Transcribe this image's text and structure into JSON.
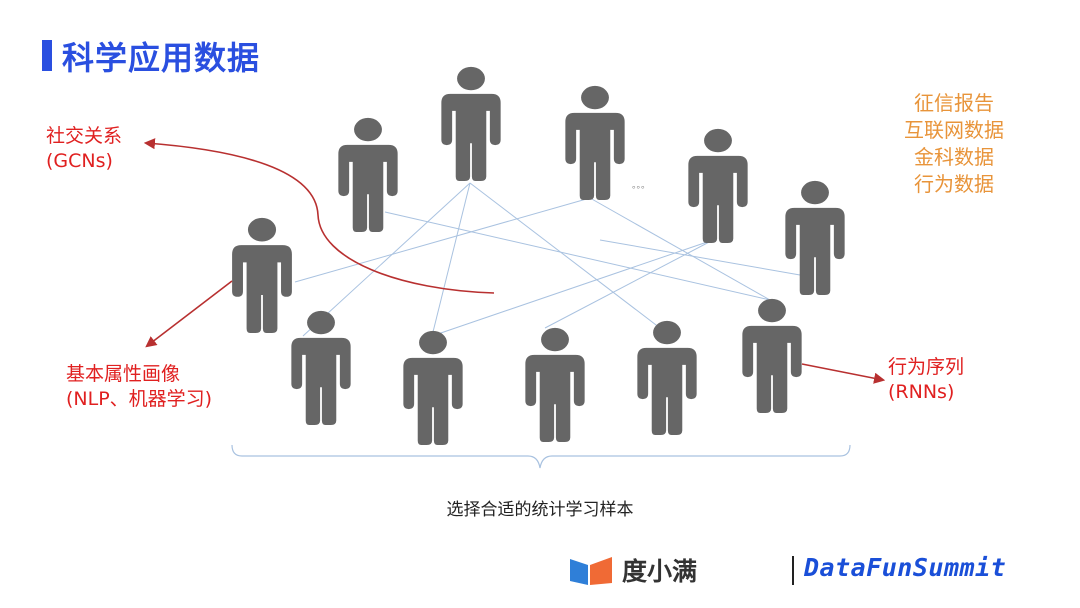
{
  "title": "科学应用数据",
  "labels": {
    "social": {
      "line1": "社交关系",
      "line2": "(GCNs)"
    },
    "profile": {
      "line1": "基本属性画像",
      "line2": "(NLP、机器学习)"
    },
    "sequence": {
      "line1": "行为序列",
      "line2": "(RNNs)"
    },
    "data_sources": [
      "征信报告",
      "互联网数据",
      "金科数据",
      "行为数据"
    ],
    "ellipsis": "。。。",
    "caption": "选择合适的统计学习样本"
  },
  "footer": {
    "brand": "度小满",
    "summit": "DataFunSummit"
  },
  "colors": {
    "accent_blue": "#2a4fe0",
    "label_red": "#e02020",
    "arrow_red": "#b83030",
    "orange": "#e8943a",
    "person_gray": "#666666",
    "link_blue": "#a9c2e0",
    "brace_blue": "#a9c2e0"
  },
  "icons": {
    "person": "person-icon",
    "logo": "du-xiaoman-logo-icon"
  }
}
